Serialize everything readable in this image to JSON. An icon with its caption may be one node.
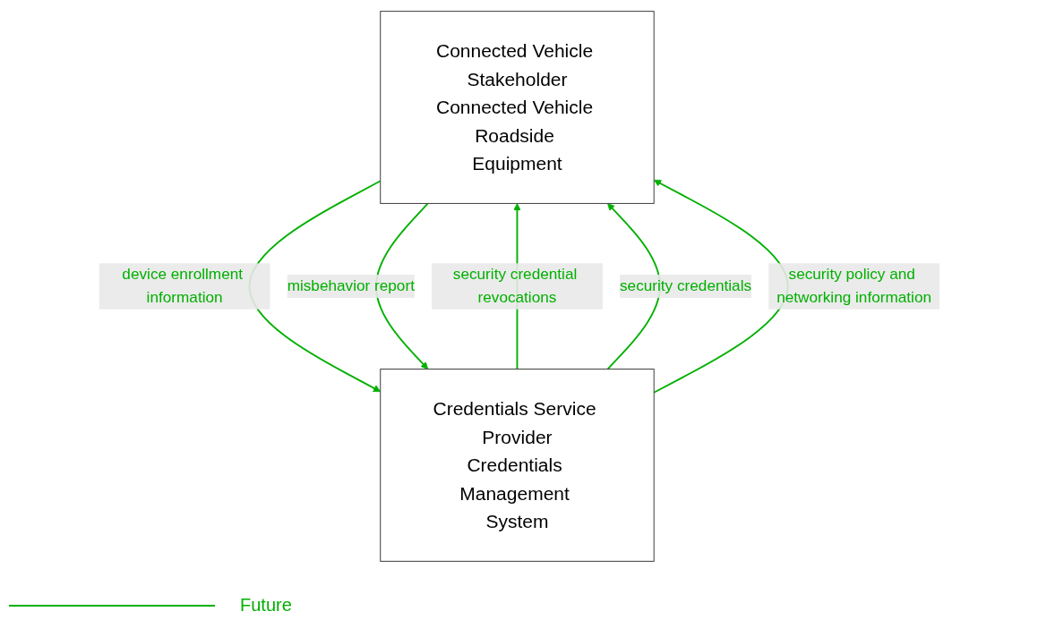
{
  "diagram": {
    "nodes": [
      {
        "text": [
          "Connected Vehicle Stakeholder",
          "Connected Vehicle Roadside Equipment"
        ]
      },
      {
        "text": [
          "Credentials Service Provider",
          "Credentials Management System"
        ]
      }
    ],
    "edges": [
      {
        "from": 1,
        "to": 0,
        "arrow": "to",
        "label": "security credential revocations"
      },
      {
        "from": 1,
        "to": 0,
        "arrow": "to",
        "label": "security credentials"
      },
      {
        "from": 1,
        "to": 0,
        "arrow": "to",
        "label": "security policy and networking information"
      },
      {
        "from": 0,
        "to": 1,
        "arrow": "to",
        "label": "device enrollment information"
      },
      {
        "from": 0,
        "to": 1,
        "arrow": "to",
        "label": "misbehavior report"
      }
    ],
    "legend": [
      {
        "text": "Future"
      }
    ]
  }
}
